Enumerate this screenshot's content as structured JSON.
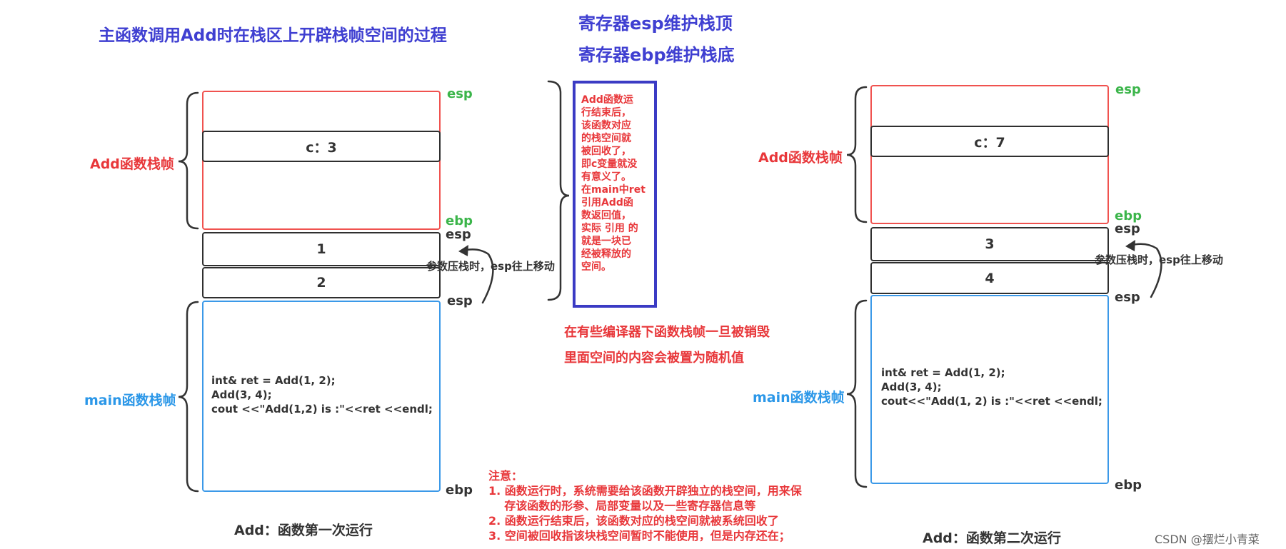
{
  "title": "主函数调用Add时在栈区上开辟栈帧空间的过程",
  "register_notes": [
    "寄存器esp维护栈顶",
    "寄存器ebp维护栈底"
  ],
  "left_diagram": {
    "add_frame_label": "Add函数栈帧",
    "main_frame_label": "main函数栈帧",
    "slot_c": "c：3",
    "slot_1": "1",
    "slot_2": "2",
    "code": [
      "int& ret = Add(1, 2);",
      "Add(3, 4);",
      "cout <<\"Add(1,2) is :\"<<ret <<endl;"
    ],
    "esp_top": "esp",
    "ebp_mid": "ebp",
    "esp_mid": "esp",
    "esp_low": "esp",
    "ebp_bottom": "ebp",
    "push_note": "参数压栈时，esp往上移动",
    "caption": "Add：函数第一次运行"
  },
  "right_diagram": {
    "add_frame_label": "Add函数栈帧",
    "main_frame_label": "main函数栈帧",
    "slot_c": "c：7",
    "slot_3": "3",
    "slot_4": "4",
    "code": [
      "int& ret = Add(1, 2);",
      "Add(3, 4);",
      "cout<<\"Add(1, 2) is :\"<<ret <<endl;"
    ],
    "esp_top": "esp",
    "ebp_mid": "ebp",
    "esp_mid": "esp",
    "esp_low": "esp",
    "ebp_bottom": "ebp",
    "push_note": "参数压栈时，esp往上移动",
    "caption": "Add：函数第二次运行"
  },
  "explain_box": [
    "Add函数运",
    "行结束后，",
    "该函数对应",
    "的栈空间就",
    "被回收了，",
    "即c变量就没",
    "有意义了。",
    "在main中ret",
    "引用Add函",
    "数返回值，",
    "实际 引用 的",
    "就是一块已",
    "经被释放的",
    "空间。"
  ],
  "compiler_note": [
    "在有些编译器下函数栈帧一旦被销毁",
    "里面空间的内容会被置为随机值"
  ],
  "bottom_notes": [
    "注意：",
    "1. 函数运行时，系统需要给该函数开辟独立的栈空间，用来保",
    "    存该函数的形参、局部变量以及一些寄存器信息等",
    "2. 函数运行结束后，该函数对应的栈空间就被系统回收了",
    "3. 空间被回收指该块栈空间暂时不能使用，但是内存还在；"
  ],
  "watermark": "CSDN @摆烂小青菜",
  "colors": {
    "title": "#3f3fd1",
    "red": "#e8373a",
    "green": "#3bb54a",
    "sky": "#2b97e8"
  }
}
